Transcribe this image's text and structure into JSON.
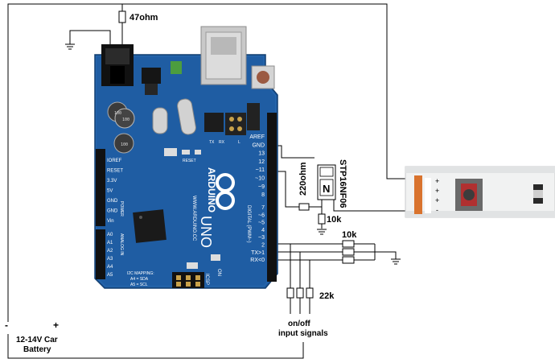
{
  "labels": {
    "resistor_47": "47ohm",
    "resistor_220": "220ohm",
    "mosfet": "STP16NF06",
    "mosfet_letter": "N",
    "resistor_10k_gate": "10k",
    "resistor_10k_inputs": "10k",
    "resistor_22k": "22k",
    "battery_plus": "+",
    "battery_minus": "-",
    "battery_line1": "12-14V Car",
    "battery_line2": "Battery",
    "signals_line1": "on/off",
    "signals_line2": "input signals"
  },
  "board": {
    "brand": "ARDUINO",
    "model": "UNO",
    "url": "WWW.ARDUINO.CC",
    "reset_label": "RESET",
    "icsp_label": "ICSP",
    "on_label": "ON",
    "i2c_title": "I2C MAPPING:",
    "i2c_sda": "A4 = SDA",
    "i2c_scl": "A5 = SCL",
    "header_digital": "DIGITAL (PWM~)",
    "header_power": "POWER",
    "header_analog": "ANALOG IN",
    "power_pins": [
      "IOREF",
      "RESET",
      "3.3V",
      "5V",
      "GND",
      "GND",
      "Vin"
    ],
    "analog_pins": [
      "A0",
      "A1",
      "A2",
      "A3",
      "A4",
      "A5"
    ],
    "digital_pins": [
      "AREF",
      "GND",
      "13",
      "12",
      "~11",
      "~10",
      "~9",
      "8",
      "7",
      "~6",
      "~5",
      "4",
      "~3",
      "2",
      "TX>1",
      "RX<0"
    ],
    "led_labels": [
      "TX",
      "RX",
      "L"
    ]
  },
  "led_strip": {
    "pins": [
      "+",
      "+",
      "+",
      "-"
    ]
  },
  "colors": {
    "board_blue": "#1f5da3",
    "board_dark": "#164a86",
    "wire": "#000000",
    "strip": "#f1f2f2",
    "copper": "#d9732e"
  }
}
